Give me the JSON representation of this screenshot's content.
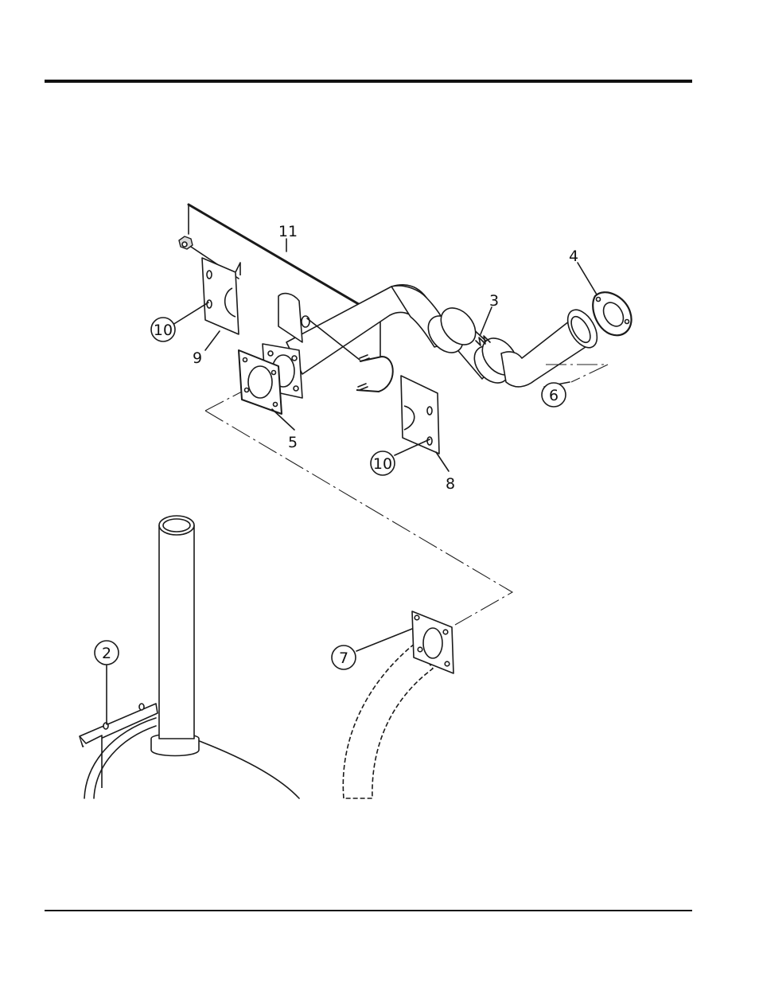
{
  "labels": {
    "l2": "2",
    "l3": "3",
    "l4": "4",
    "l5": "5",
    "l6": "6",
    "l7": "7",
    "l8": "8",
    "l9": "9",
    "l10a": "10",
    "l10b": "10",
    "l11": "11"
  }
}
